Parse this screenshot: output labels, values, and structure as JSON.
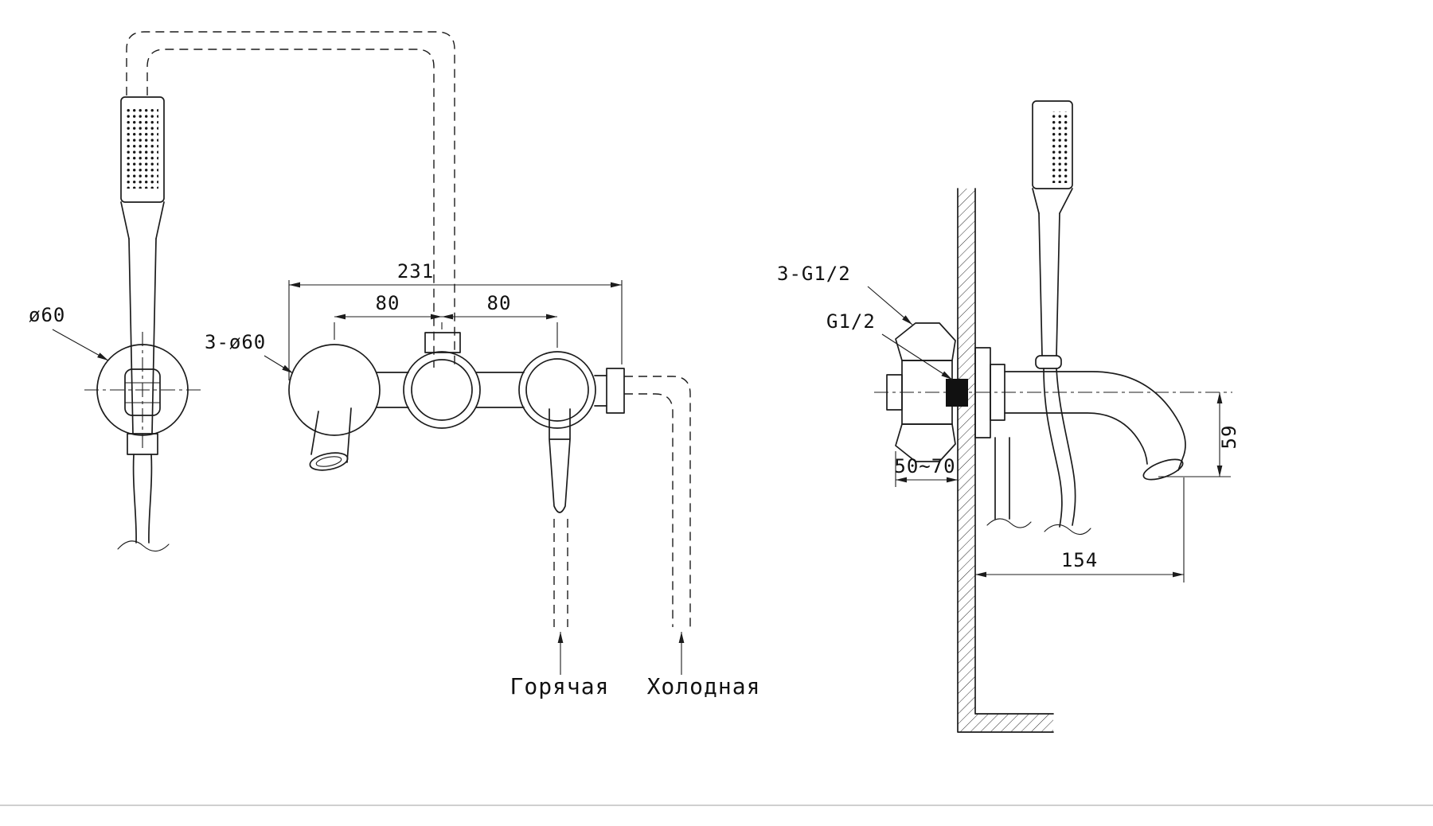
{
  "page": {
    "background": "#ffffff",
    "line_color": "#1c1c1c"
  },
  "views": {
    "handshower_front": {
      "label_diameter": "ø60"
    },
    "mixer_front": {
      "label_escutcheons": "3-ø60",
      "dim_total_width": "231",
      "dim_spacing_left": "80",
      "dim_spacing_right": "80",
      "supply_hot": "Горячая",
      "supply_cold": "Холодная"
    },
    "mixer_side": {
      "label_connections": "3-G1/2",
      "label_outlet": "G1/2",
      "dim_wall_depth": "50~70",
      "dim_spout_drop": "59",
      "dim_spout_reach": "154"
    }
  }
}
